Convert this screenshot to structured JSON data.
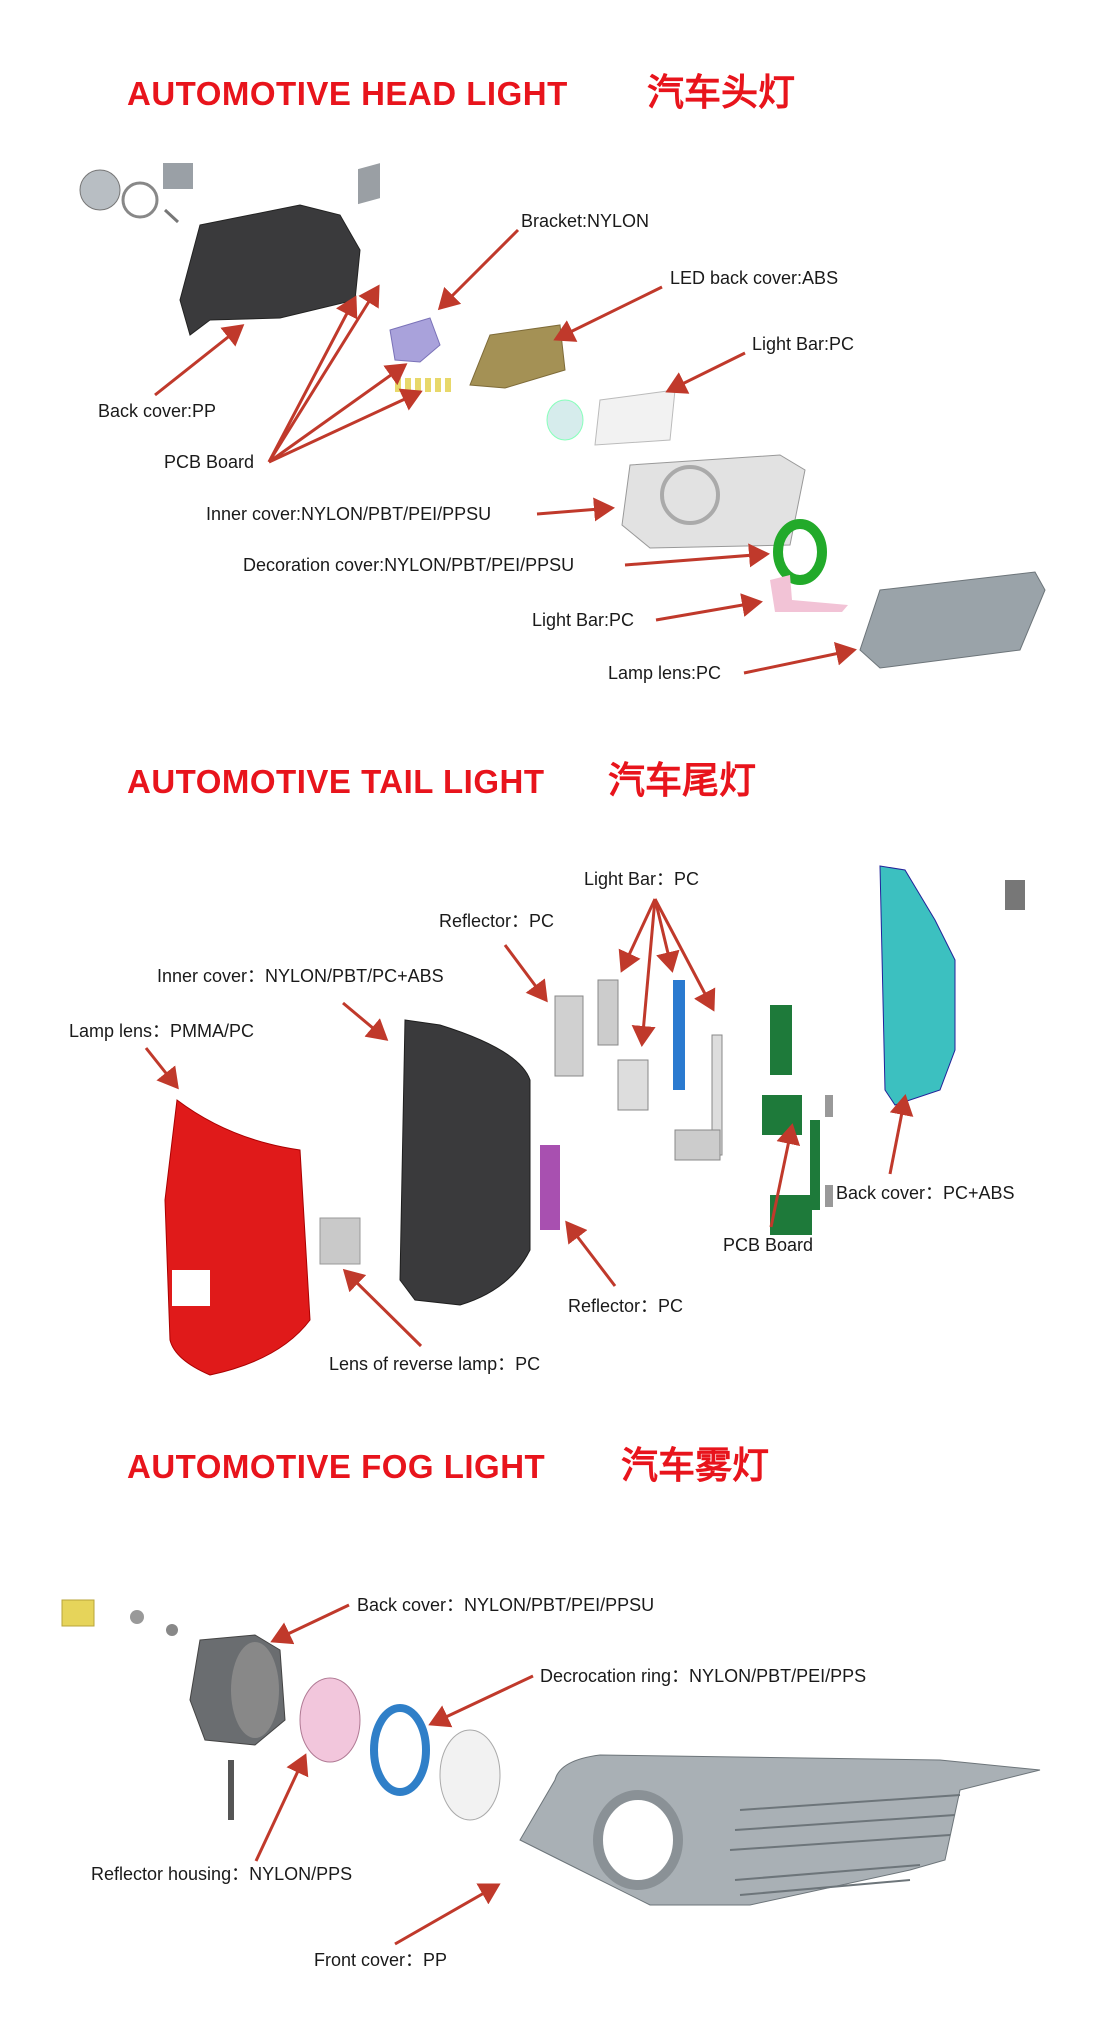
{
  "sections": {
    "head": {
      "title": "AUTOMOTIVE HEAD LIGHT",
      "title_cn": "汽车头灯",
      "labels": {
        "bracket": "Bracket:NYLON",
        "led_back_cover": "LED back cover:ABS",
        "light_bar_1": "Light Bar:PC",
        "back_cover": "Back cover:PP",
        "pcb_board": "PCB Board",
        "inner_cover": "Inner cover:NYLON/PBT/PEI/PPSU",
        "decoration_cover": "Decoration cover:NYLON/PBT/PEI/PPSU",
        "light_bar_2": "Light Bar:PC",
        "lamp_lens": "Lamp lens:PC"
      }
    },
    "tail": {
      "title": "AUTOMOTIVE TAIL LIGHT",
      "title_cn": "汽车尾灯",
      "labels": {
        "light_bar": "Light Bar：PC",
        "reflector_1": "Reflector：PC",
        "inner_cover": "Inner cover：NYLON/PBT/PC+ABS",
        "lamp_lens": "Lamp lens：PMMA/PC",
        "back_cover": "Back cover：PC+ABS",
        "pcb_board": "PCB Board",
        "reflector_2": "Reflector：PC",
        "reverse_lens": "Lens of reverse lamp：PC"
      }
    },
    "fog": {
      "title": "AUTOMOTIVE FOG LIGHT",
      "title_cn": "汽车雾灯",
      "labels": {
        "back_cover": "Back cover：NYLON/PBT/PEI/PPSU",
        "decoration_ring": "Decrocation ring：NYLON/PBT/PEI/PPS",
        "reflector_housing": "Reflector housing：NYLON/PPS",
        "front_cover": "Front cover：PP"
      }
    }
  },
  "colors": {
    "title": "#e8141c",
    "arrow": "#c0392b",
    "tail_lens": "#e01a1a",
    "back_cover_tail": "#3cc0c0",
    "pcb": "#1e7a3a",
    "decoration": "#22aa2a"
  }
}
